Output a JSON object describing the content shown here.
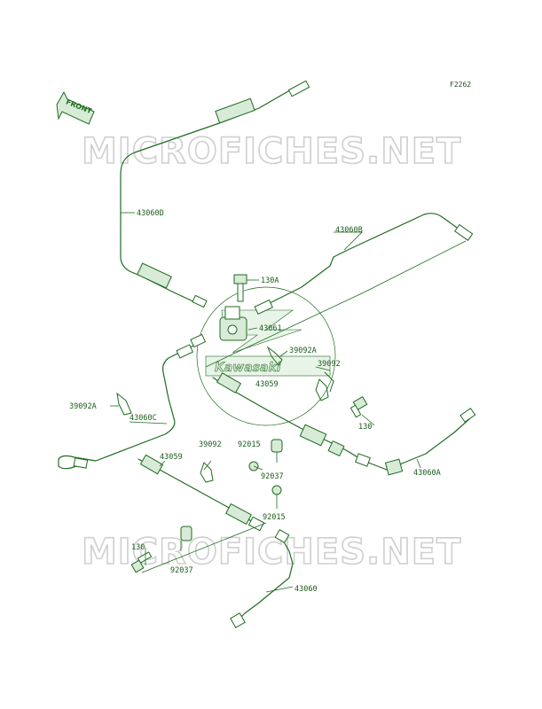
{
  "figure_code": "F2262",
  "watermark": "MICROFICHES.NET",
  "brand_logo": "Kawasaki",
  "direction_marker": "FRONT",
  "colors": {
    "line": "#1f6b1f",
    "fill": "#d7ebd7",
    "watermark": "#cfcfcf"
  },
  "labels": {
    "l43060D": "43060D",
    "l43060B": "43060B",
    "l130A": "130A",
    "l43061": "43061",
    "l39092A_top": "39092A",
    "l39092_top": "39092",
    "l43059_top": "43059",
    "l39092A_left": "39092A",
    "l43060C": "43060C",
    "l130_right": "130",
    "l39092_mid": "39092",
    "l92015_top": "92015",
    "l43059_mid": "43059",
    "l92037_mid": "92037",
    "l43060A": "43060A",
    "l92015_bot": "92015",
    "l130_left": "130",
    "l92037_bot": "92037",
    "l43060": "43060"
  }
}
